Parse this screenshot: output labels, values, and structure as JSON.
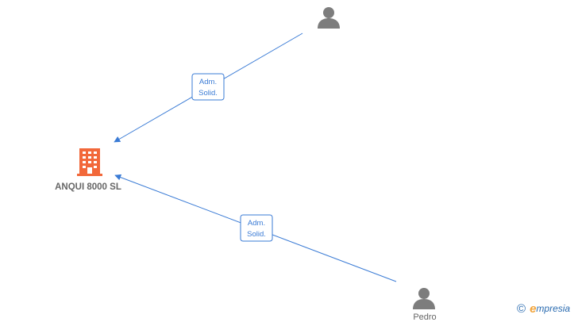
{
  "company": {
    "name": "ANQUI 8000 SL",
    "icon": "building-icon",
    "color": "#f2683a"
  },
  "persons": [
    {
      "id": "person-top",
      "name": "",
      "icon": "person-icon"
    },
    {
      "id": "person-bottom",
      "name": "Pedro",
      "icon": "person-icon"
    }
  ],
  "edges": [
    {
      "from": "person-top",
      "to": "company",
      "label_line1": "Adm.",
      "label_line2": "Solid."
    },
    {
      "from": "person-bottom",
      "to": "company",
      "label_line1": "Adm.",
      "label_line2": "Solid."
    }
  ],
  "colors": {
    "edge": "#3a7bd5",
    "person": "#7d7d7d"
  },
  "watermark": {
    "copyright": "©",
    "e_letter": "e",
    "text": "mpresia"
  }
}
